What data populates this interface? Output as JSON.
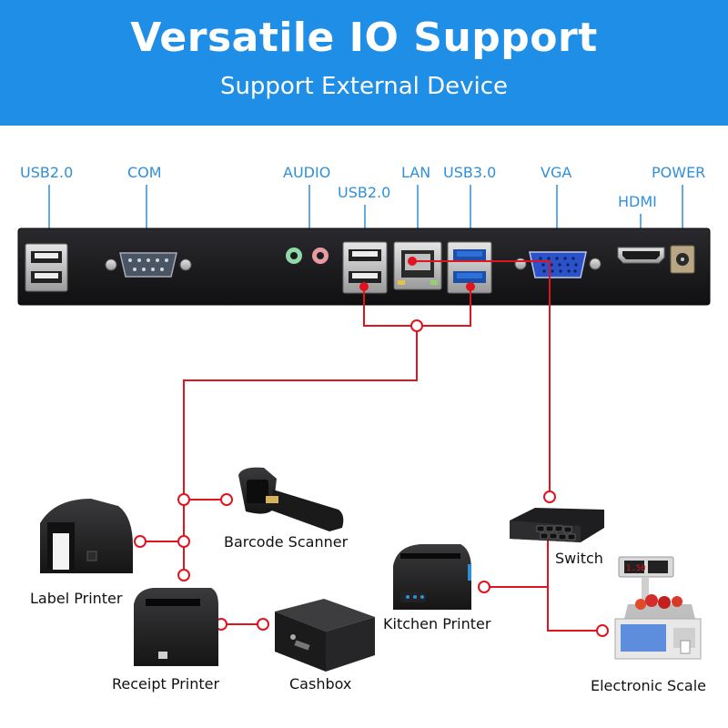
{
  "header": {
    "title": "Versatile IO Support",
    "subtitle": "Support External Device"
  },
  "ports": {
    "usb2_left": "USB2.0",
    "com": "COM",
    "audio": "AUDIO",
    "usb2_mid": "USB2.0",
    "lan": "LAN",
    "usb3": "USB3.0",
    "vga": "VGA",
    "hdmi": "HDMI",
    "power": "POWER"
  },
  "devices": {
    "barcode_scanner": "Barcode Scanner",
    "label_printer": "Label Printer",
    "receipt_printer": "Receipt Printer",
    "cashbox": "Cashbox",
    "switch": "Switch",
    "kitchen_printer": "Kitchen Printer",
    "electronic_scale": "Electronic Scale",
    "scale_display_value": "1.50"
  },
  "colors": {
    "banner": "#1e8ee6",
    "port_label": "#2f8fd8",
    "connector_line": "#e0141e",
    "panel": "#1c1c1f"
  }
}
